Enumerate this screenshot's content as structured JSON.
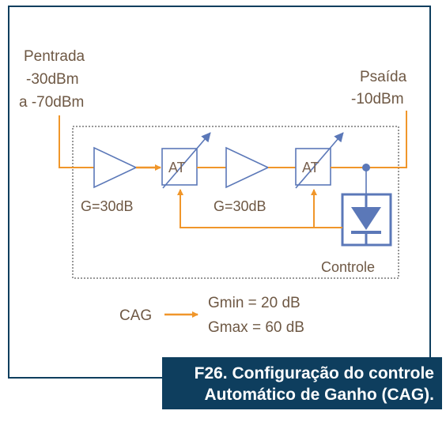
{
  "input": {
    "label": "Pentrada",
    "range_line1": "-30dBm",
    "range_line2": "a -70dBm"
  },
  "output": {
    "label": "Psaída",
    "level": "-10dBm"
  },
  "amplifiers": [
    {
      "gain_label": "G=30dB"
    },
    {
      "gain_label": "G=30dB"
    }
  ],
  "attenuators": [
    {
      "label": "AT"
    },
    {
      "label": "AT"
    }
  ],
  "control": {
    "label": "Controle"
  },
  "legend": {
    "name": "CAG",
    "gmin": "Gmin = 20 dB",
    "gmax": "Gmax = 60 dB"
  },
  "caption": {
    "line1": "F26. Configuração do controle",
    "line2": "Automático de Ganho (CAG)."
  },
  "colors": {
    "signal": "#f0962a",
    "block": "#5b78b8",
    "frame": "#0e3e5e",
    "text": "#6e5844"
  }
}
